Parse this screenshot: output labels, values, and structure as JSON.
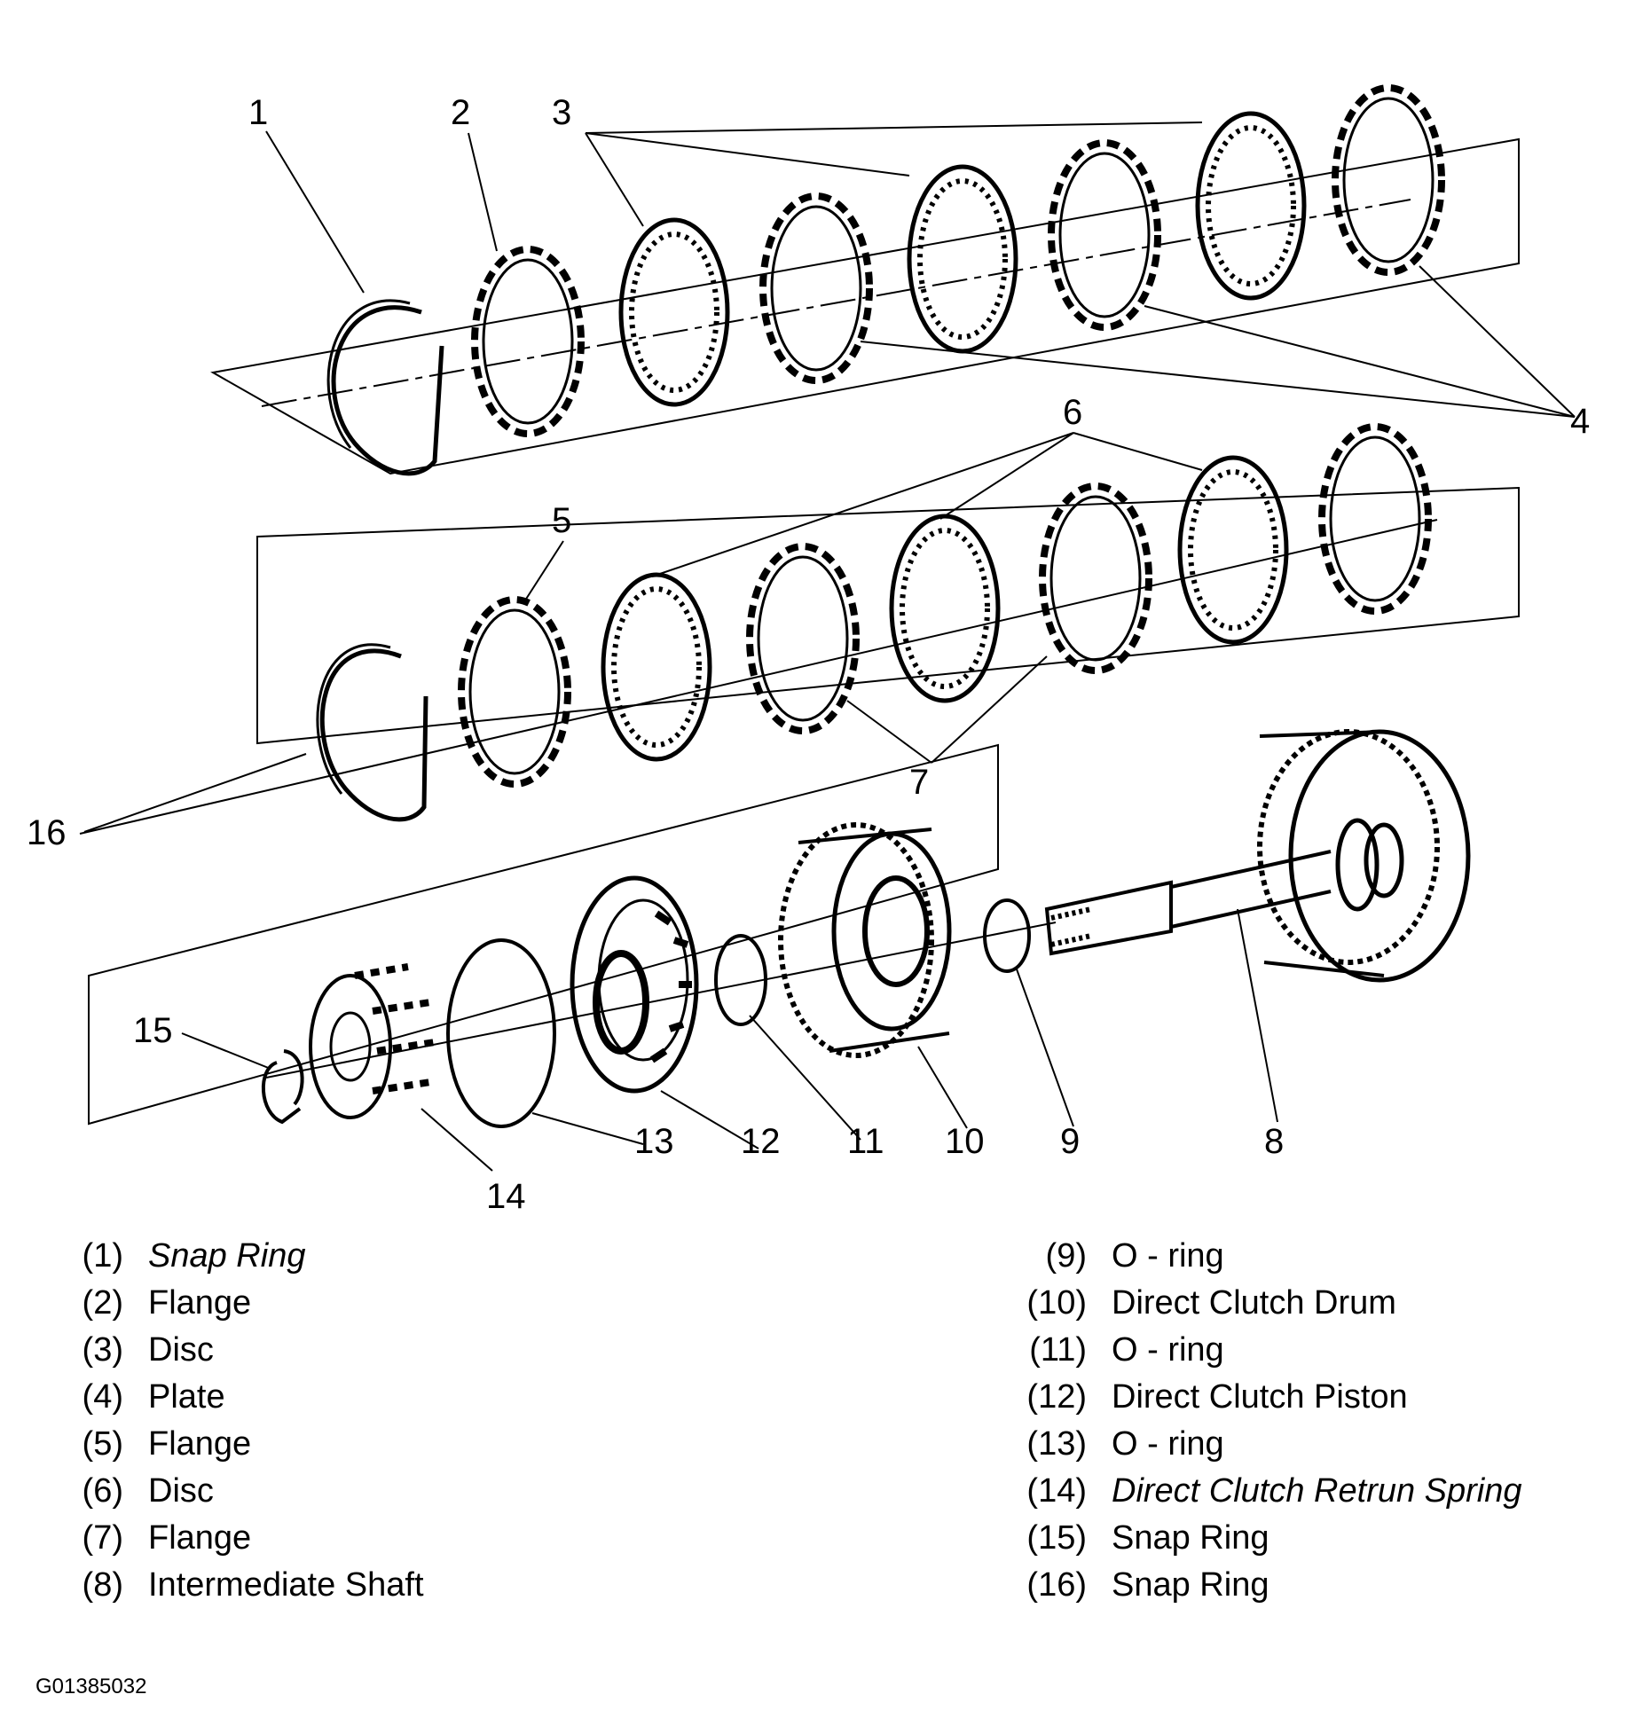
{
  "callouts": [
    "1",
    "2",
    "3",
    "4",
    "5",
    "6",
    "7",
    "8",
    "9",
    "10",
    "11",
    "12",
    "13",
    "14",
    "15",
    "16"
  ],
  "legend_left": [
    {
      "num": "(1)",
      "label": "Snap Ring"
    },
    {
      "num": "(2)",
      "label": "Flange"
    },
    {
      "num": "(3)",
      "label": "Disc"
    },
    {
      "num": "(4)",
      "label": "Plate"
    },
    {
      "num": "(5)",
      "label": "Flange"
    },
    {
      "num": "(6)",
      "label": "Disc"
    },
    {
      "num": "(7)",
      "label": "Flange"
    },
    {
      "num": "(8)",
      "label": "Intermediate Shaft"
    }
  ],
  "legend_right": [
    {
      "num": "(9)",
      "label": "O - ring"
    },
    {
      "num": "(10)",
      "label": "Direct Clutch Drum"
    },
    {
      "num": "(11)",
      "label": "O - ring"
    },
    {
      "num": "(12)",
      "label": "Direct Clutch Piston"
    },
    {
      "num": "(13)",
      "label": "O - ring"
    },
    {
      "num": "(14)",
      "label": "Direct Clutch Retrun Spring"
    },
    {
      "num": "(15)",
      "label": "Snap Ring"
    },
    {
      "num": "(16)",
      "label": "Snap Ring"
    }
  ],
  "figure_id": "G01385032"
}
